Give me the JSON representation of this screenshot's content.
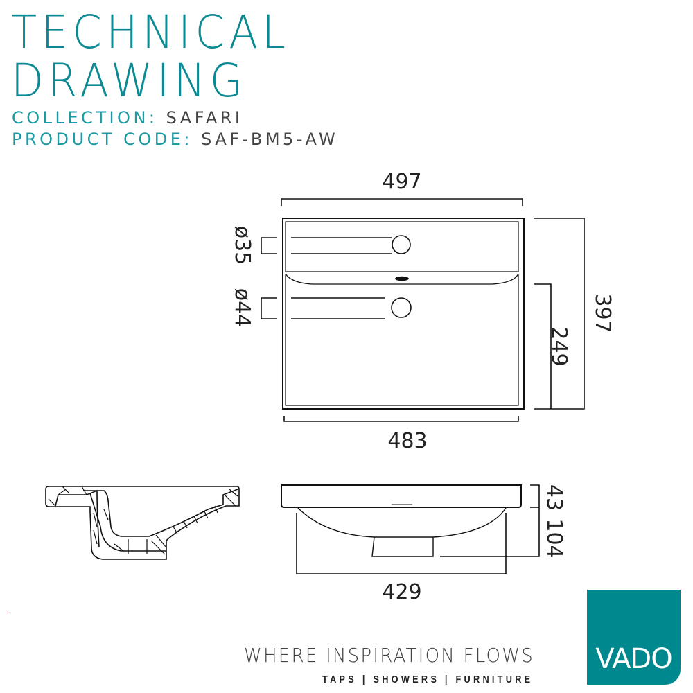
{
  "header": {
    "title_line1": "TECHNICAL",
    "title_line2": "DRAWING",
    "collection_label": "COLLECTION:",
    "collection_value": "SAFARI",
    "product_code_label": "PRODUCT CODE:",
    "product_code_value": "SAF-BM5-AW"
  },
  "dimensions": {
    "overall_width": "497",
    "overall_depth": "397",
    "bowl_depth": "249",
    "bowl_width": "483",
    "tap_hole_diameter": "ø35",
    "waste_hole_diameter": "ø44",
    "rim_height": "43",
    "total_height": "104",
    "base_width": "429"
  },
  "footer": {
    "tagline": "WHERE INSPIRATION FLOWS",
    "categories": "TAPS | SHOWERS | FURNITURE",
    "logo_text": "VADO"
  },
  "colors": {
    "brand": "#0b8a94",
    "logo_bg": "#00888f"
  }
}
